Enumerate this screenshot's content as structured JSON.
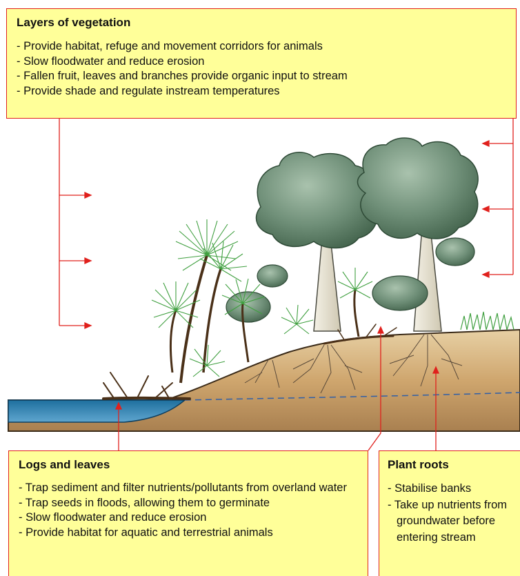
{
  "vegetation_box": {
    "title": "Layers of vegetation",
    "items": [
      "Provide habitat, refuge and movement corridors for animals",
      "Slow floodwater and reduce erosion",
      "Fallen fruit, leaves and branches provide organic input to stream",
      "Provide shade and regulate instream temperatures"
    ]
  },
  "logs_box": {
    "title": "Logs and leaves",
    "items": [
      "Trap sediment and filter nutrients/pollutants from overland water",
      "Trap seeds in floods, allowing them to germinate",
      "Slow floodwater and reduce erosion",
      "Provide habitat for aquatic and terrestrial animals"
    ]
  },
  "roots_box": {
    "title": "Plant roots",
    "items": [
      "Stabilise banks",
      "Take up nutrients from groundwater before entering stream"
    ]
  },
  "colors": {
    "box_fill": "#ffff99",
    "arrow_red": "#e0201c",
    "water": "#2f7fae",
    "soil": "#cfa66e",
    "tree_canopy": "#6f8f78",
    "palm": "#3f9f3f"
  }
}
